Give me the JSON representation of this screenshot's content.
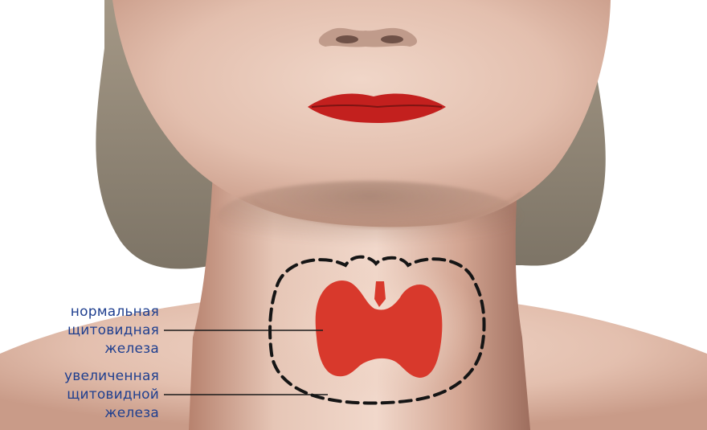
{
  "labels": {
    "normal_gland": [
      "нормальная",
      "щитовидная",
      "железа"
    ],
    "enlarged_gland": [
      "увеличенная",
      "щитовидной",
      "железа"
    ]
  },
  "colors": {
    "skin": "#e7c2b2",
    "hair": "#8f8475",
    "lips": "#c3201e",
    "thyroid": "#d8392c",
    "enlarged_outline": "#151515",
    "label_text": "#1f3f8f"
  }
}
